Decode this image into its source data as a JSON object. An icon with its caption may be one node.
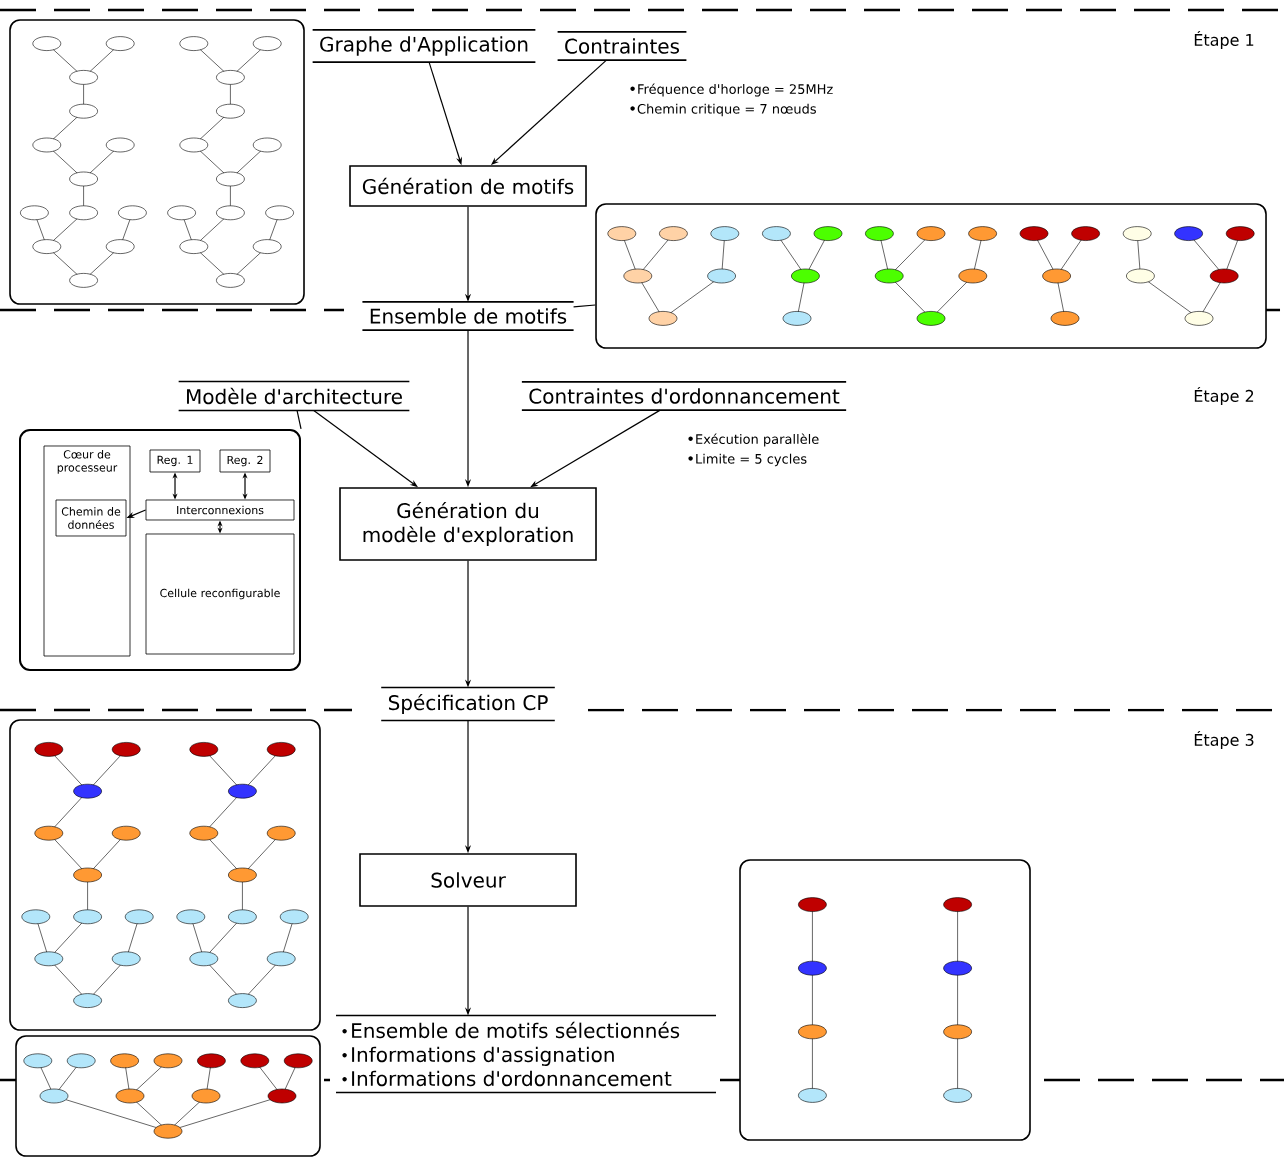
{
  "diagram": {
    "nodes": [
      {
        "text": [
          "Graphe d'Application"
        ]
      },
      {
        "text": [
          "Contraintes"
        ],
        "beside": [
          "Fréquence d'horloge = 25MHz",
          "Chemin critique = 7 nœuds"
        ]
      },
      {
        "text": [
          "Génération de motifs"
        ]
      },
      {
        "text": [
          "Ensemble de motifs"
        ]
      },
      {
        "text": [
          "Modèle d'architecture"
        ]
      },
      {
        "text": [
          "Contraintes d'ordonnancement"
        ],
        "beside": [
          "Exécution parallèle",
          "Limite = 5 cycles"
        ]
      },
      {
        "text": [
          "Génération du modèle d'exploration"
        ]
      },
      {
        "text": [
          "Spécification CP"
        ]
      },
      {
        "text": [
          "Solveur"
        ]
      },
      {
        "text": [
          "Ensemble de motifs sélectionnés",
          "Informations d'assignation",
          "Informations d'ordonnancement"
        ]
      },
      {
        "text": [],
        "shape": "picture"
      },
      {
        "text": [],
        "shape": "picture"
      },
      {
        "text": [],
        "shape": "box"
      },
      {
        "text": [
          "Cœur de processeur"
        ],
        "in": 12
      },
      {
        "text": [
          "Reg. 1"
        ],
        "in": 12
      },
      {
        "text": [
          "Reg. 2"
        ],
        "in": 12
      },
      {
        "text": [
          "Chemin de données"
        ],
        "in": 13
      },
      {
        "text": [
          "Interconnexions"
        ],
        "in": 12
      },
      {
        "text": [
          "Cellule reconfigurable"
        ],
        "in": 12
      },
      {
        "text": [],
        "shape": "picture"
      },
      {
        "text": [],
        "shape": "picture"
      },
      {
        "text": [],
        "shape": "picture"
      }
    ],
    "edges": [
      {
        "from": 0,
        "to": 2,
        "arrow": "to"
      },
      {
        "from": 1,
        "to": 2,
        "arrow": "to"
      },
      {
        "from": 2,
        "to": 3,
        "arrow": "to"
      },
      {
        "from": 3,
        "to": 11,
        "arrow": "none"
      },
      {
        "from": 3,
        "to": 6,
        "arrow": "to"
      },
      {
        "from": 4,
        "to": 6,
        "arrow": "to"
      },
      {
        "from": 5,
        "to": 6,
        "arrow": "to"
      },
      {
        "from": 12,
        "to": 4,
        "arrow": "none"
      },
      {
        "from": 6,
        "to": 7,
        "arrow": "to"
      },
      {
        "from": 7,
        "to": 8,
        "arrow": "to"
      },
      {
        "from": 8,
        "to": 9,
        "arrow": "to"
      },
      {
        "from": 14,
        "to": 17,
        "arrow": "both"
      },
      {
        "from": 15,
        "to": 17,
        "arrow": "both"
      },
      {
        "from": 17,
        "to": 16,
        "arrow": "to"
      },
      {
        "from": 17,
        "to": 18,
        "arrow": "both"
      }
    ],
    "labels": [
      "Étape 1",
      "Étape 2",
      "Étape 3"
    ]
  }
}
